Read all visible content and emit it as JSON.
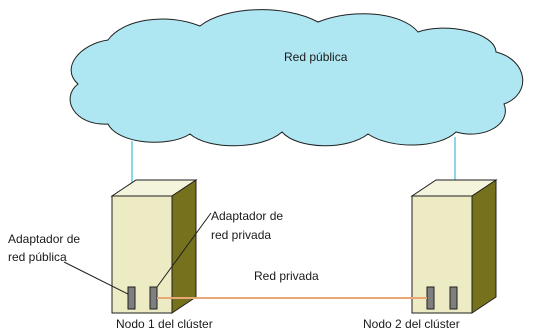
{
  "labels": {
    "public_network": "Red pública",
    "private_network": "Red privada",
    "node1": "Nodo 1 del clúster",
    "node2": "Nodo 2 del clúster",
    "public_adapter_line1": "Adaptador de",
    "public_adapter_line2": "red pública",
    "private_adapter_line1": "Adaptador de",
    "private_adapter_line2": "red privada"
  },
  "colors": {
    "cloud_fill": "#aee6f2",
    "public_link": "#8ad8e8",
    "private_link": "#e8a774",
    "server_front": "#ecebc4",
    "server_top": "#f4f3dc",
    "server_side": "#76711c",
    "port": "#7f7f7f"
  }
}
